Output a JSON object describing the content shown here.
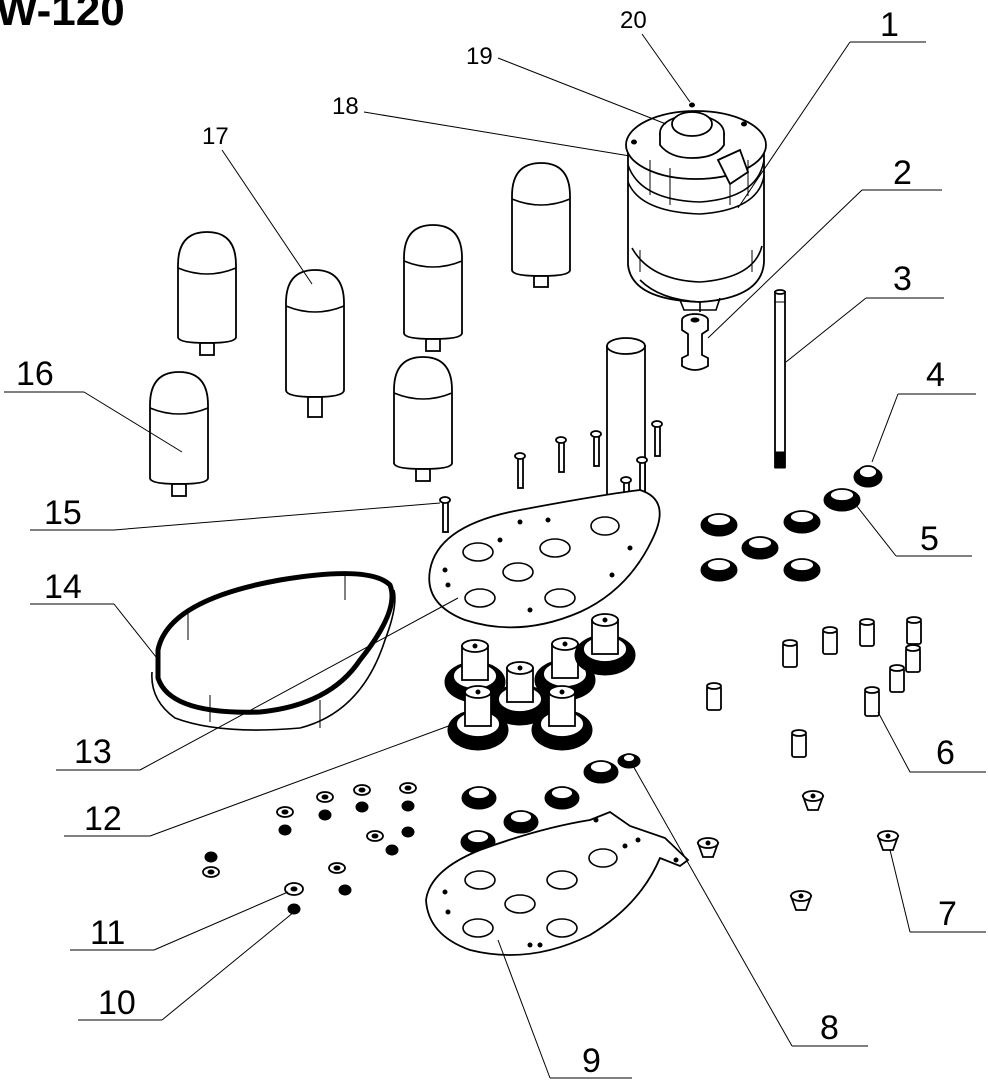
{
  "title": "W-120",
  "callouts": [
    "1",
    "2",
    "3",
    "4",
    "5",
    "6",
    "7",
    "8",
    "9",
    "10",
    "11",
    "12",
    "13",
    "14",
    "15",
    "16",
    "17",
    "18",
    "19",
    "20"
  ]
}
